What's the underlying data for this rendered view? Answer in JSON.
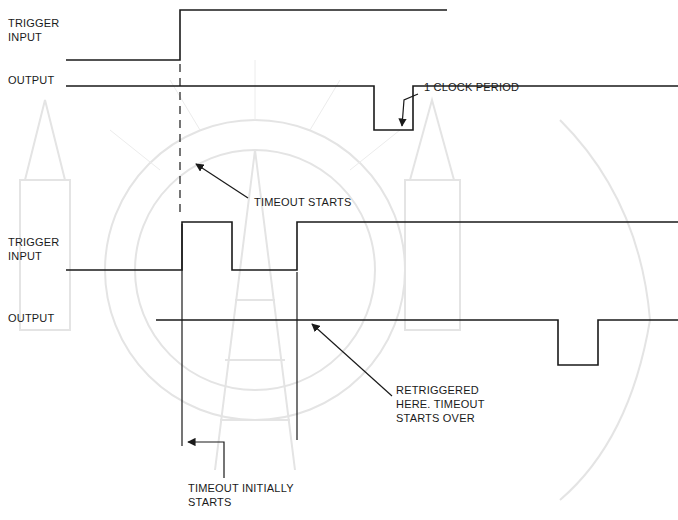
{
  "diagram": {
    "labels": [
      "TRIGGER INPUT",
      "OUTPUT",
      "1 CLOCK PERIOD",
      "TIMEOUT STARTS",
      "TRIGGER INPUT",
      "OUTPUT",
      "RETRIGGERED HERE. TIMEOUT STARTS OVER",
      "TIMEOUT INITIALLY STARTS"
    ]
  }
}
